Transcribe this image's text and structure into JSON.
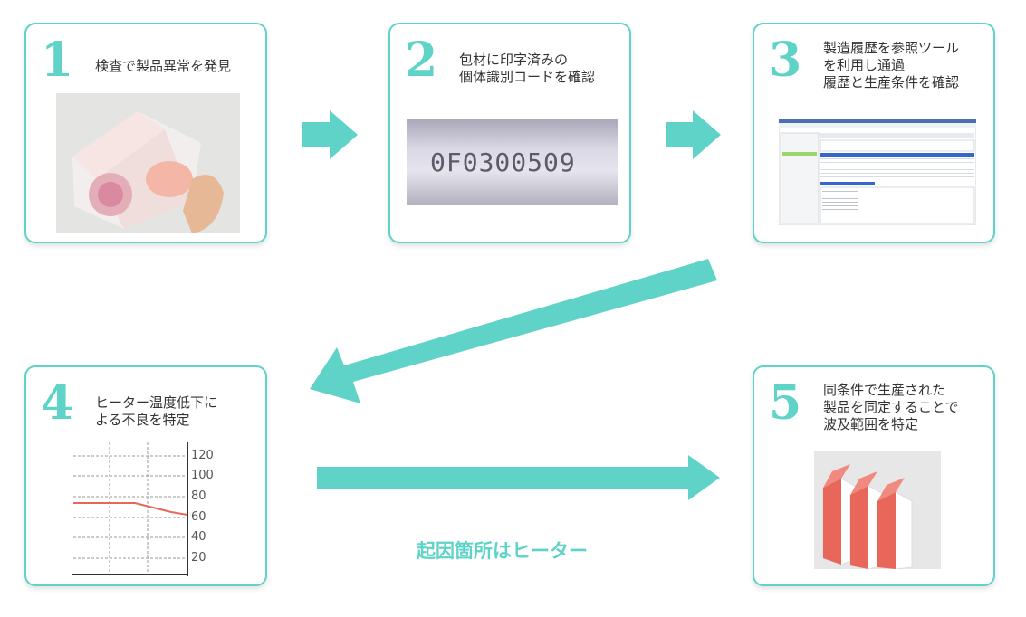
{
  "steps": [
    {
      "num": "1",
      "lines": [
        "検査で製品異常を発見"
      ],
      "image": "product-box-photo"
    },
    {
      "num": "2",
      "lines": [
        "包材に印字済みの",
        "個体識別コードを確認"
      ],
      "image": "printed-code-photo",
      "code": "0F0300509"
    },
    {
      "num": "3",
      "lines": [
        "製造履歴を参照ツール",
        "を利用し通過",
        "履歴と生産条件を確認"
      ],
      "image": "software-screenshot"
    },
    {
      "num": "4",
      "lines": [
        "ヒーター温度低下に",
        "よる不良を特定"
      ],
      "image": "temperature-chart",
      "chart_ticks": [
        "120",
        "100",
        "80",
        "60",
        "40",
        "20"
      ]
    },
    {
      "num": "5",
      "lines": [
        "同条件で生産された",
        "製品を同定することで",
        "波及範囲を特定"
      ],
      "image": "carton-boxes-illustration"
    }
  ],
  "conclusion": "起因箇所はヒーター",
  "colors": {
    "accent": "#5fd3c7",
    "line": "#e8675a",
    "box": "#e8665a"
  }
}
